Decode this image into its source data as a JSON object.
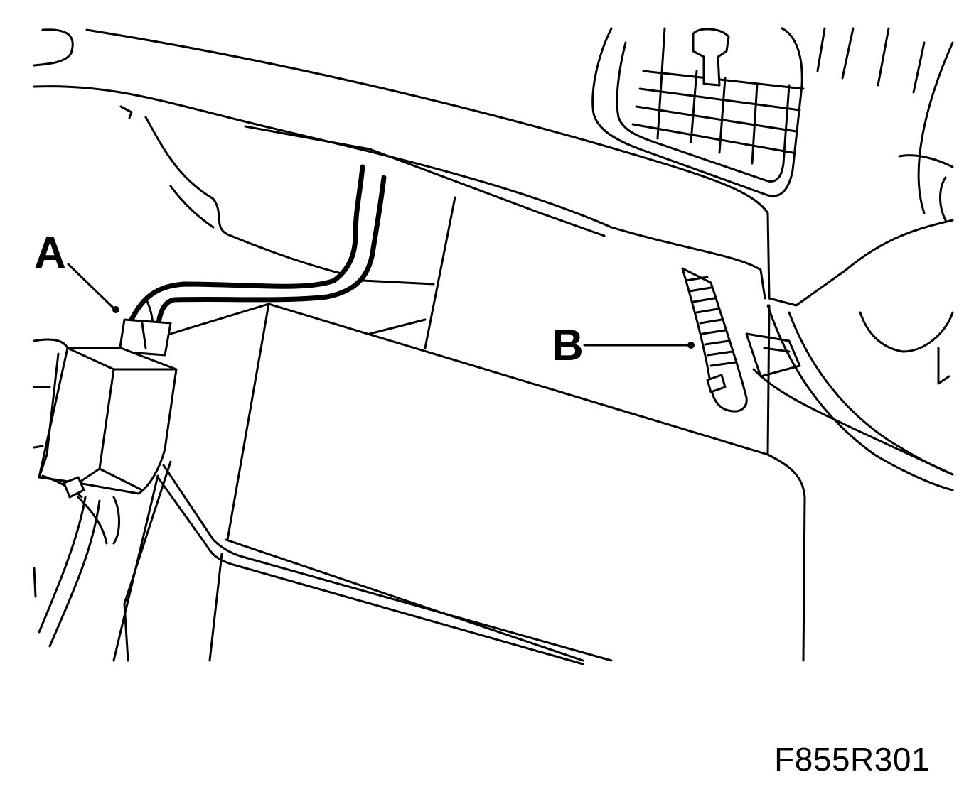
{
  "callouts": {
    "a": "A",
    "b": "B"
  },
  "figure_code": "F855R301",
  "colors": {
    "ink": "#000000",
    "paper": "#ffffff"
  }
}
